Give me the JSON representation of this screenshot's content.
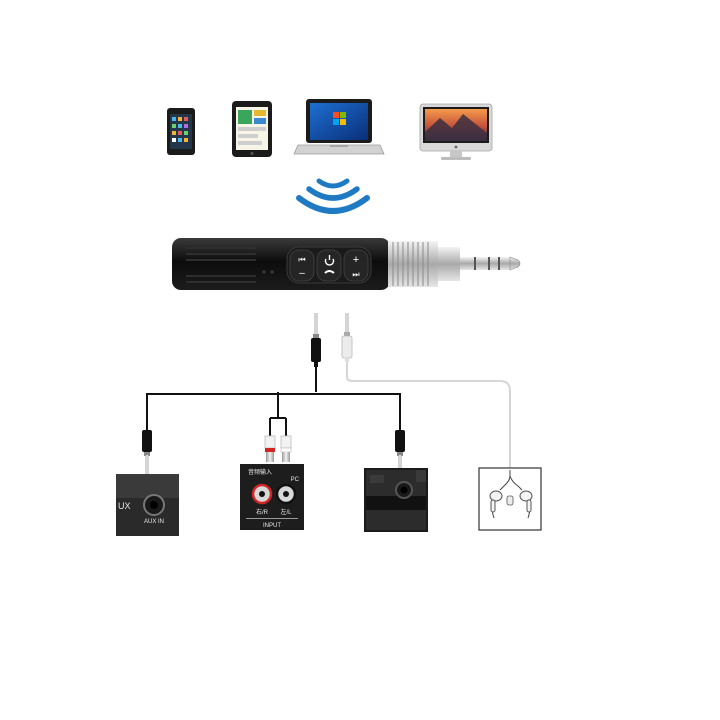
{
  "devices": [
    {
      "id": "phone",
      "icon": "smartphone-icon"
    },
    {
      "id": "tablet",
      "icon": "tablet-icon"
    },
    {
      "id": "laptop",
      "icon": "laptop-icon"
    },
    {
      "id": "desktop",
      "icon": "desktop-monitor-icon"
    }
  ],
  "wireless_icon": "wifi-signal-icon",
  "receiver": {
    "icon": "bluetooth-receiver-icon",
    "buttons": {
      "left_top": "⏮",
      "left_bottom": "–",
      "right_top": "+",
      "right_bottom": "⏭"
    }
  },
  "targets": {
    "car_aux": {
      "label_main": "UX",
      "label_jack": "AUX IN"
    },
    "amplifier": {
      "label_top": "音频输入",
      "label_pc": "PC",
      "label_lr": "右/R",
      "label_l": "左/L",
      "label_input": "INPUT"
    },
    "speaker": {
      "icon": "speaker-panel-icon"
    },
    "earphones": {
      "icon": "earphones-icon"
    }
  },
  "colors": {
    "receiver_body": "#111111",
    "jack_metal": "#c9c9c9",
    "wave": "#1f7ac4",
    "cable": "#111111",
    "white_cable": "#dddddd",
    "rca_red": "#d22626"
  }
}
